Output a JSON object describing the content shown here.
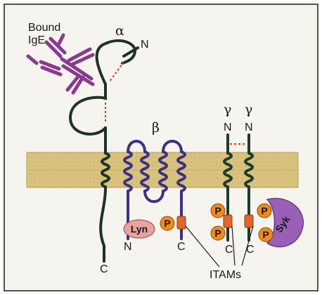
{
  "figure": {
    "labels": {
      "bound_ige_line1": "Bound",
      "bound_ige_line2": "IgE",
      "alpha": "α",
      "alpha_n": "N",
      "alpha_c": "C",
      "beta": "β",
      "beta_n": "N",
      "beta_c": "C",
      "gamma_left": "γ",
      "gamma_right": "γ",
      "gamma_left_n": "N",
      "gamma_right_n": "N",
      "gamma_left_c": "C",
      "gamma_right_c": "C",
      "lyn": "Lyn",
      "syk": "Syk",
      "itams": "ITAMs",
      "phospho": "P"
    },
    "colors": {
      "background": "#f6f4ef",
      "membrane": "#d8c27e",
      "membrane_edge": "#b9a05a",
      "alpha_chain": "#1d3326",
      "beta_chain": "#3c3183",
      "gamma_chain": "#1f3a2b",
      "ige": "#8a3a8e",
      "itam": "#e0662c",
      "phospho": "#ef8a1f",
      "lyn": "#eaa2a0",
      "syk": "#9a5fb6",
      "disulfide": "#d2381e"
    }
  }
}
